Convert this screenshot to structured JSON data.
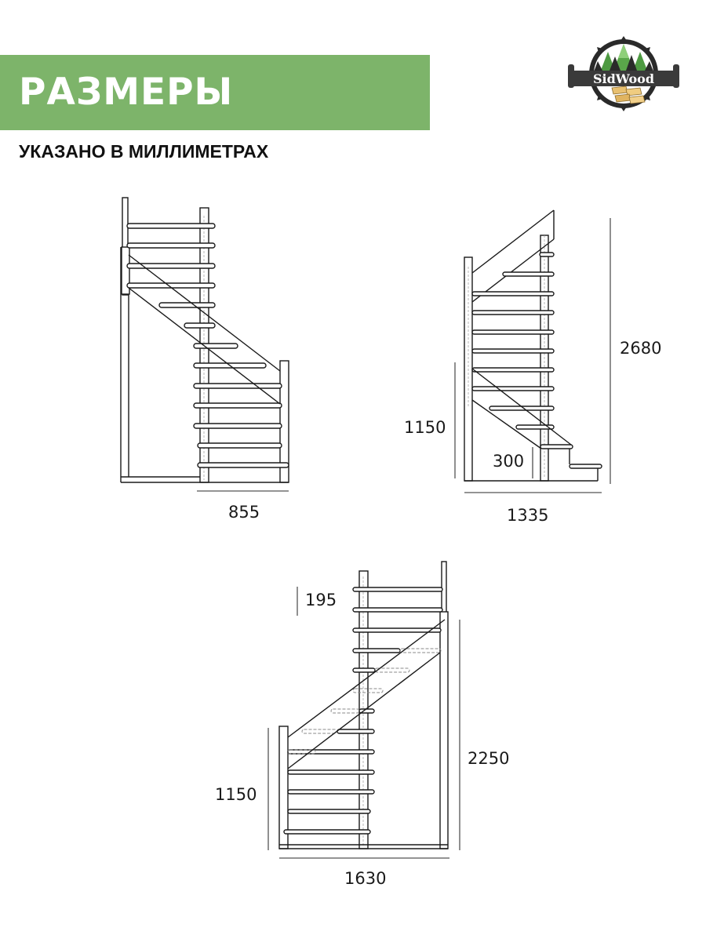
{
  "header": {
    "title": "РАЗМЕРЫ",
    "subtitle": "УКАЗАНО В МИЛЛИМЕТРАХ",
    "banner_color": "#7db46a"
  },
  "logo": {
    "brand": "SidWood",
    "icon": "saw-trees-lumber-logo"
  },
  "drawings": [
    {
      "name": "staircase-view-front",
      "dimensions": {
        "width": "855"
      }
    },
    {
      "name": "staircase-view-side",
      "dimensions": {
        "height_total": "2680",
        "height_lower": "1150",
        "step_height": "300",
        "width": "1335"
      }
    },
    {
      "name": "staircase-view-back",
      "dimensions": {
        "top_offset": "195",
        "height_lower": "1150",
        "height": "2250",
        "width": "1630"
      }
    }
  ],
  "units": "mm"
}
